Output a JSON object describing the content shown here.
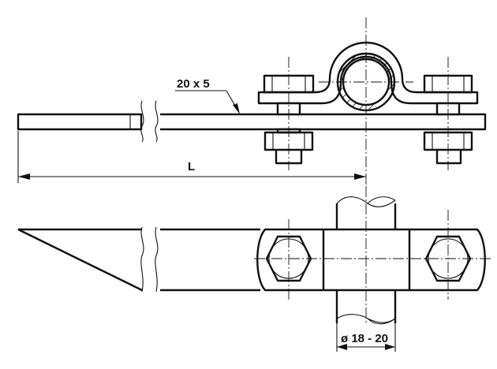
{
  "labels": {
    "bar_size": "20 x 5",
    "length": "L",
    "pipe_diameter": "ø 18 - 20"
  }
}
